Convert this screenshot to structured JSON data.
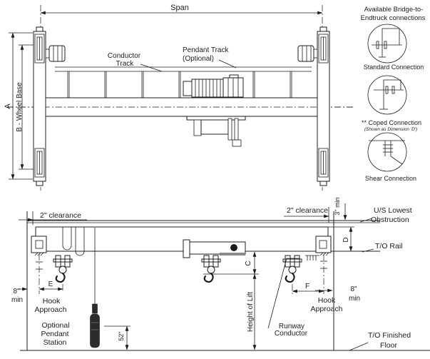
{
  "colors": {
    "line": "#1c1c1c",
    "background": "#ffffff",
    "pendant_fill": "#2b2b2b",
    "trolley_accent": "#8a8a8a"
  },
  "plan": {
    "span": "Span",
    "dim_a": "A",
    "dim_b": "B - Wheel Base",
    "conductor_track_1": "Conductor",
    "conductor_track_2": "Track",
    "pendant_track_1": "Pendant Track",
    "pendant_track_2": "(Optional)"
  },
  "connections": {
    "heading_1": "Available Bridge-to-",
    "heading_2": "Endtruck connections",
    "standard": "Standard Connection",
    "coped": "** Coped Connection",
    "coped_note": "(Shown as Dimension 'D')",
    "shear": "Shear Connection"
  },
  "elevation": {
    "clearance_left": "2\" clearance",
    "clearance_right": "2\" clearance",
    "min3": "3\" min",
    "us_lowest_1": "U/S Lowest",
    "us_lowest_2": "Obstruction",
    "to_rail": "T/O Rail",
    "dim_d": "D",
    "dim_c": "C",
    "height_of_lift": "Height of Lift",
    "min8_left_1": "8\"",
    "min8_left_2": "min",
    "min8_right_1": "8\"",
    "min8_right_2": "min",
    "dim_e": "E",
    "dim_f": "F",
    "hook_l_1": "Hook",
    "hook_l_2": "Approach",
    "hook_r_1": "Hook",
    "hook_r_2": "Approach",
    "pendant_1": "Optional",
    "pendant_2": "Pendant",
    "pendant_3": "Station",
    "pendant_dim": "52\"",
    "runway_1": "Runway",
    "runway_2": "Conductor",
    "floor_1": "T/O Finished",
    "floor_2": "Floor"
  }
}
